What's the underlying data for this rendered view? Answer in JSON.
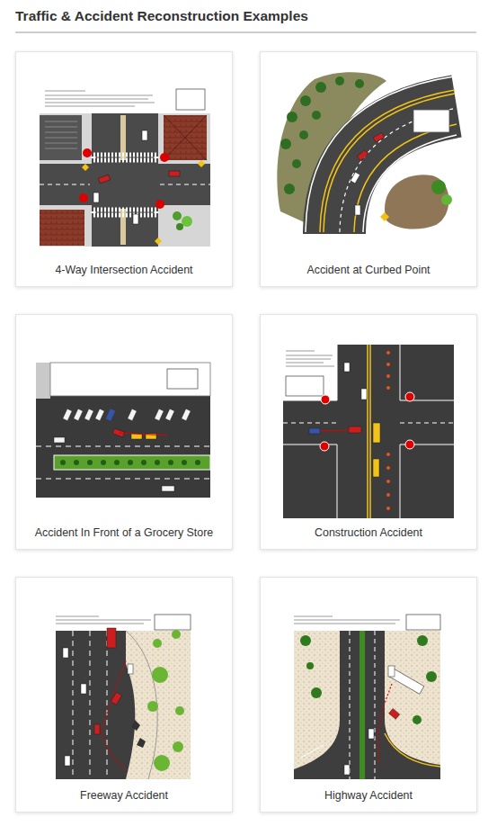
{
  "diagram": {
    "title": "Traffic & Accident Reconstruction Examples",
    "nodes": [
      {
        "text": [
          "4-Way Intersection Accident"
        ]
      },
      {
        "text": [
          "Accident at Curbed Point"
        ]
      },
      {
        "text": [
          "Accident In Front of a Grocery Store"
        ]
      },
      {
        "text": [
          "Construction Accident"
        ]
      },
      {
        "text": [
          "Freeway Accident"
        ]
      },
      {
        "text": [
          "Highway Accident"
        ]
      }
    ]
  }
}
